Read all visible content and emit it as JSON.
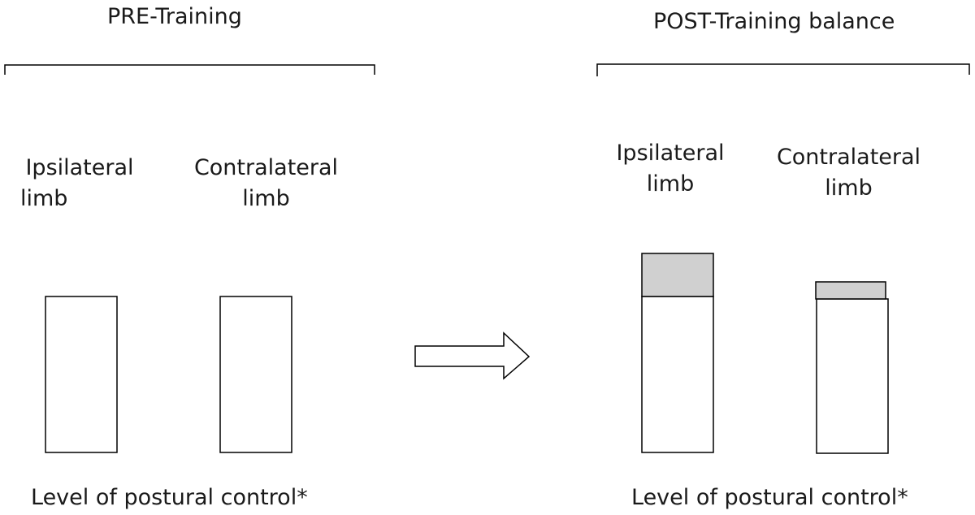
{
  "pre": {
    "title": "PRE-Training",
    "ipsi_line1": "Ipsilateral",
    "ipsi_line2": "limb",
    "contra_line1": "Contralateral",
    "contra_line2": "limb",
    "footer": "Level of postural control*"
  },
  "post": {
    "title": "POST-Training balance",
    "ipsi_line1": "Ipsilateral",
    "ipsi_line2": "limb",
    "contra_line1": "Contralateral",
    "contra_line2": "limb",
    "footer": "Level of postural control*"
  },
  "colors": {
    "stroke": "#000000",
    "gain_fill": "#d0d0d0",
    "bar_fill": "#ffffff"
  }
}
